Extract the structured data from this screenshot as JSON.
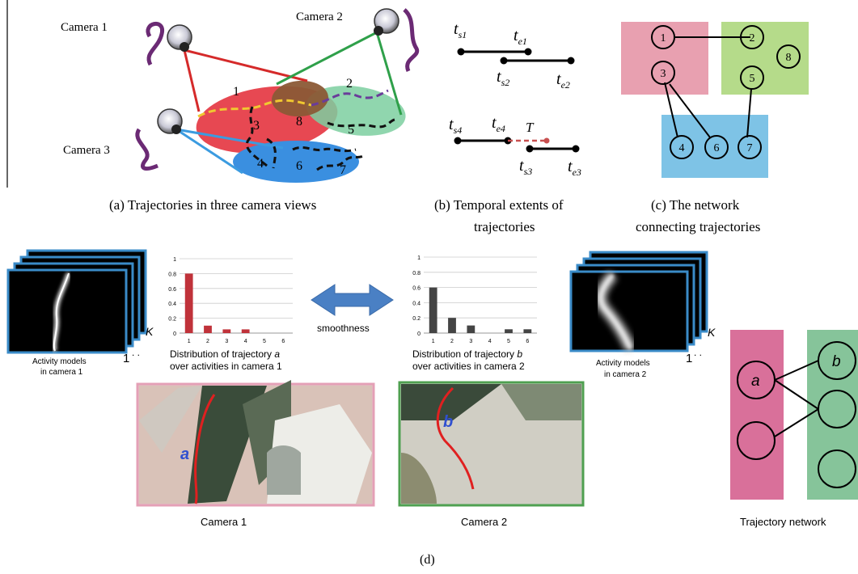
{
  "panel_a": {
    "camera_labels": [
      "Camera 1",
      "Camera 2",
      "Camera 3"
    ],
    "region_numbers": [
      "1",
      "2",
      "3",
      "8",
      "5",
      "4",
      "6",
      "7"
    ],
    "caption": "(a) Trajectories in three camera views"
  },
  "panel_b": {
    "labels": {
      "ts1": "t",
      "ts1_sub": "s1",
      "te1": "t",
      "te1_sub": "e1",
      "ts2": "t",
      "ts2_sub": "s2",
      "te2": "t",
      "te2_sub": "e2",
      "ts4": "t",
      "ts4_sub": "s4",
      "te4": "t",
      "te4_sub": "e4",
      "T": "T",
      "ts3": "t",
      "ts3_sub": "s3",
      "te3": "t",
      "te3_sub": "e3"
    },
    "caption_line1": "(b) Temporal extents of",
    "caption_line2": "trajectories"
  },
  "panel_c": {
    "nodes": [
      "1",
      "2",
      "8",
      "3",
      "5",
      "4",
      "6",
      "7"
    ],
    "caption_line1": "(c) The network",
    "caption_line2": "connecting trajectories",
    "colors": {
      "pink": "#E8A0B0",
      "green": "#B5DB8A",
      "blue": "#7EC3E6"
    }
  },
  "panel_d": {
    "k_label": "K",
    "one_label": "1",
    "activity_models_cam1_line1": "Activity models",
    "activity_models_cam1_line2": "in camera 1",
    "activity_models_cam2_line1": "Activity models",
    "activity_models_cam2_line2": "in camera 2",
    "chart_a_caption_prefix": "Distribution of trajectory ",
    "chart_a_caption_var": "a",
    "chart_a_caption_line2": "over activities in camera 1",
    "chart_b_caption_prefix": "Distribution of trajectory ",
    "chart_b_caption_var": "b",
    "chart_b_caption_line2": "over activities in camera 2",
    "smoothness": "smoothness",
    "camera1_label": "Camera 1",
    "camera2_label": "Camera 2",
    "traj_a": "a",
    "traj_b": "b",
    "network_label": "Trajectory network",
    "caption": "(d)"
  },
  "chart_data": [
    {
      "type": "bar",
      "categories": [
        "1",
        "2",
        "3",
        "4",
        "5",
        "6"
      ],
      "values": [
        0.8,
        0.1,
        0.05,
        0.05,
        0,
        0
      ],
      "ylim": [
        0,
        1
      ],
      "yticks": [
        "0",
        "0.2",
        "0.4",
        "0.6",
        "0.8",
        "1"
      ],
      "color": "#C0323A"
    },
    {
      "type": "bar",
      "categories": [
        "1",
        "2",
        "3",
        "4",
        "5",
        "6"
      ],
      "values": [
        0.6,
        0.2,
        0.1,
        0,
        0.05,
        0.05
      ],
      "ylim": [
        0,
        1
      ],
      "yticks": [
        "0",
        "0.2",
        "0.4",
        "0.6",
        "0.8",
        "1"
      ],
      "color": "#444444"
    }
  ]
}
